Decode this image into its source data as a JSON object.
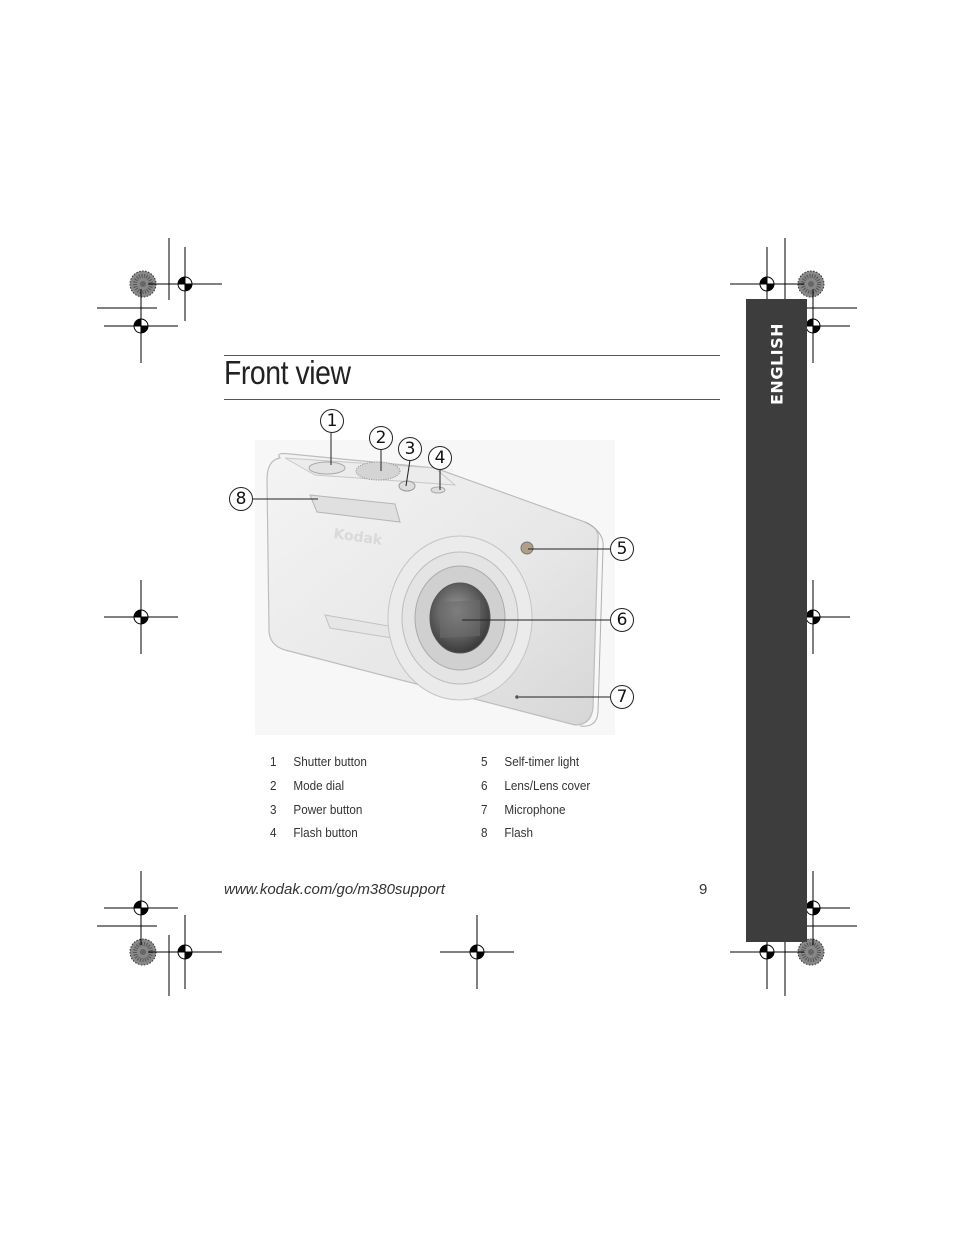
{
  "header": {
    "title": "Front view"
  },
  "side_tab": {
    "label": "ENGLISH"
  },
  "figure": {
    "brand": "Kodak",
    "callouts": [
      "1",
      "2",
      "3",
      "4",
      "5",
      "6",
      "7",
      "8"
    ]
  },
  "legend": {
    "left": [
      {
        "num": "1",
        "label": "Shutter button"
      },
      {
        "num": "2",
        "label": "Mode dial"
      },
      {
        "num": "3",
        "label": "Power button"
      },
      {
        "num": "4",
        "label": "Flash button"
      }
    ],
    "right": [
      {
        "num": "5",
        "label": "Self-timer light"
      },
      {
        "num": "6",
        "label": "Lens/Lens cover"
      },
      {
        "num": "7",
        "label": "Microphone"
      },
      {
        "num": "8",
        "label": "Flash"
      }
    ]
  },
  "footer": {
    "url": "www.kodak.com/go/m380support",
    "page": "9"
  }
}
